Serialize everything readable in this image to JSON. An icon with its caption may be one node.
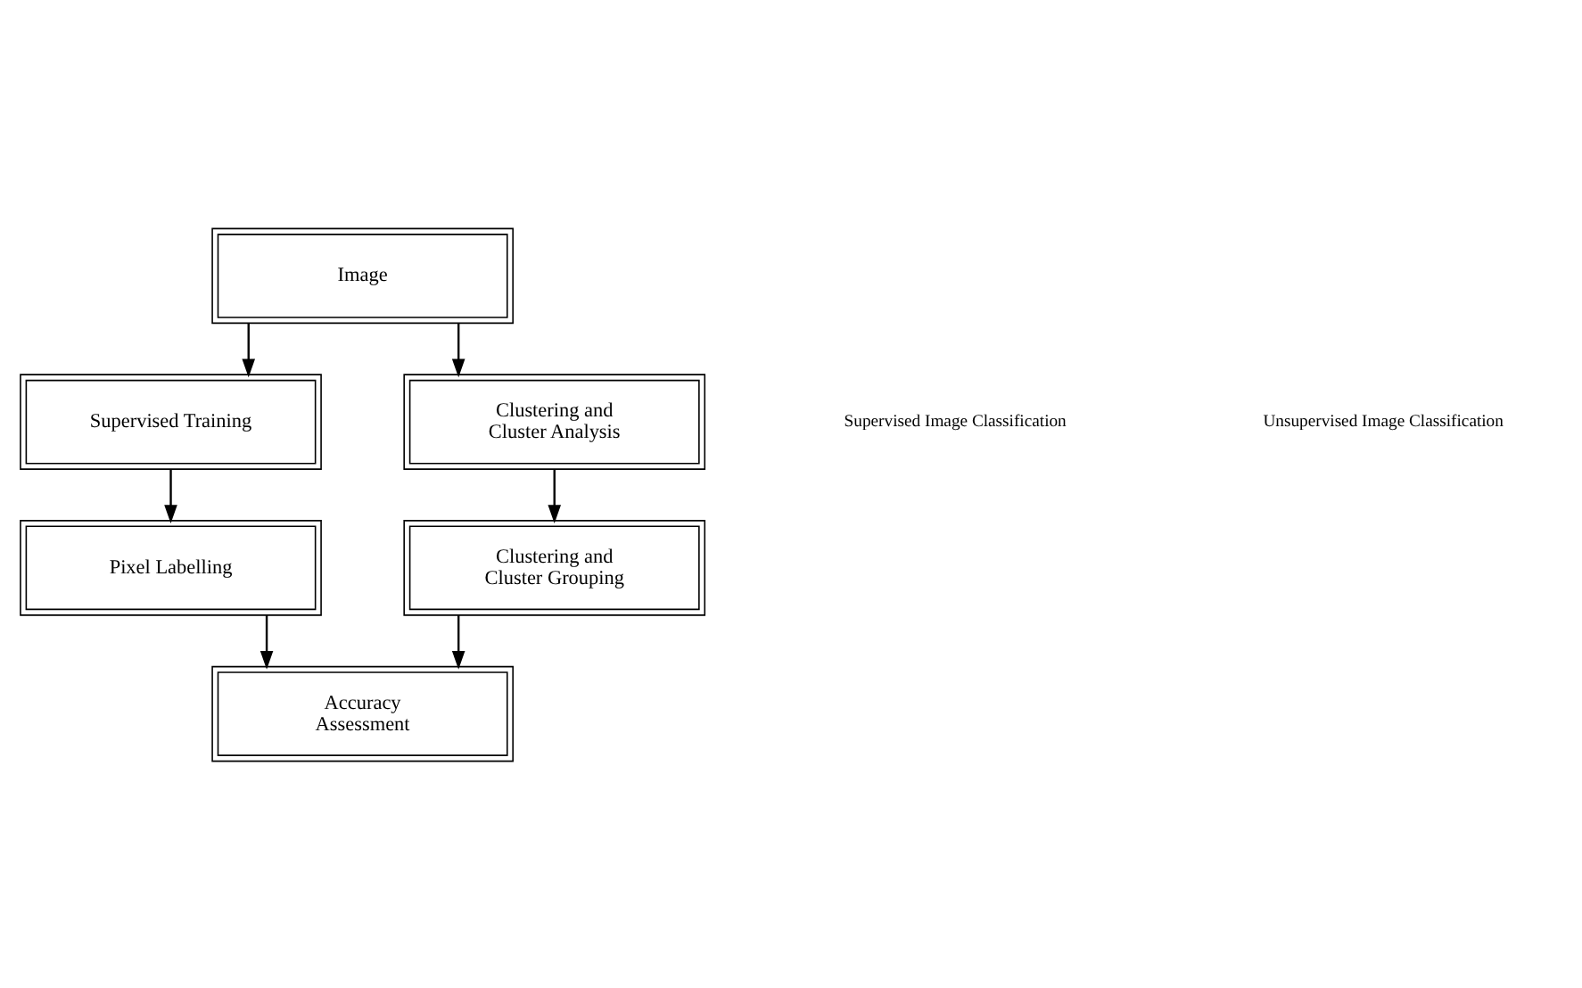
{
  "diagram": {
    "nodes": [
      {
        "text": [
          "Image"
        ]
      },
      {
        "text": [
          "Supervised Training"
        ]
      },
      {
        "text": [
          "Clustering and Cluster Analysis"
        ]
      },
      {
        "text": [
          "Pixel Labelling"
        ]
      },
      {
        "text": [
          "Clustering and Cluster Grouping"
        ]
      },
      {
        "text": [
          "Accuracy Assessment"
        ]
      }
    ],
    "edges": [
      {
        "from": 0,
        "to": 1,
        "arrow": "to"
      },
      {
        "from": 0,
        "to": 2,
        "arrow": "to"
      },
      {
        "from": 1,
        "to": 3,
        "arrow": "to"
      },
      {
        "from": 2,
        "to": 4,
        "arrow": "to"
      },
      {
        "from": 3,
        "to": 5,
        "arrow": "to"
      },
      {
        "from": 4,
        "to": 5,
        "arrow": "to"
      }
    ],
    "labels": [
      "Supervised Image Classification",
      "Unsupervised Image Classification"
    ]
  }
}
